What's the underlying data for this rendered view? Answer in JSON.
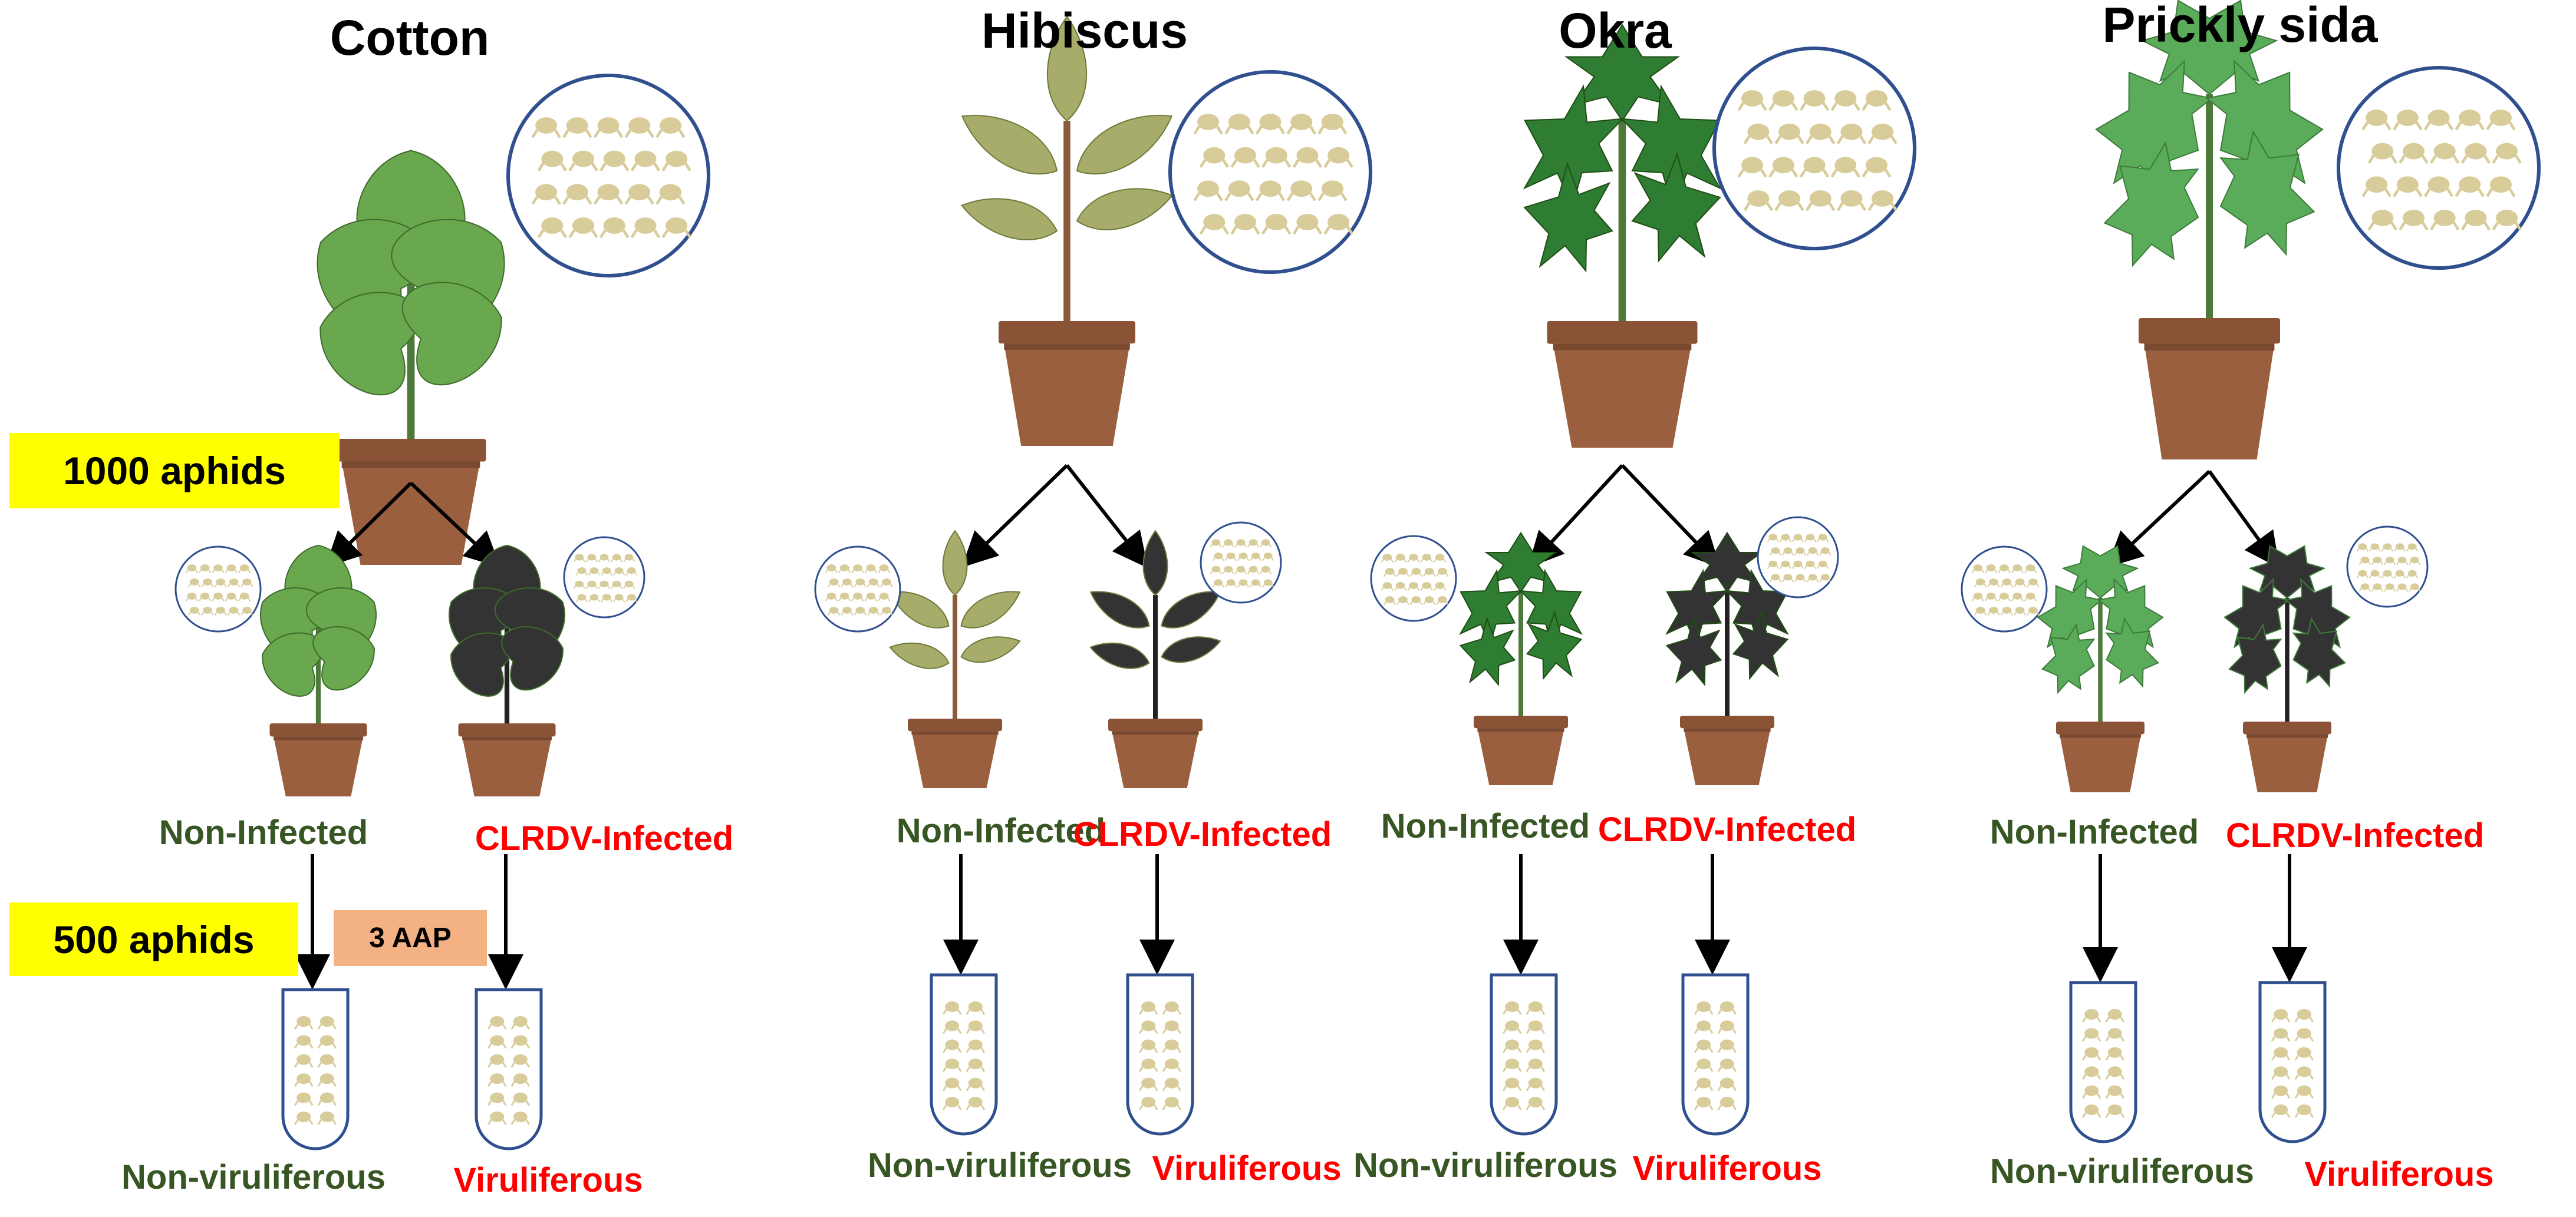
{
  "columns": [
    {
      "host": "Cotton",
      "non_infected": "Non-Infected",
      "infected": "CLRDV-Infected",
      "non_viruliferous": "Non-viruliferous",
      "viruliferous": "Viruliferous",
      "leaf_type": "round-leaf"
    },
    {
      "host": "Hibiscus",
      "non_infected": "Non-Infected",
      "infected": "CLRDV-Infected",
      "non_viruliferous": "Non-viruliferous",
      "viruliferous": "Viruliferous",
      "leaf_type": "slender-leaf"
    },
    {
      "host": "Okra",
      "non_infected": "Non-Infected",
      "infected": "CLRDV-Infected",
      "non_viruliferous": "Non-viruliferous",
      "viruliferous": "Viruliferous",
      "leaf_type": "lobed-leaf"
    },
    {
      "host": "Prickly sida",
      "non_infected": "Non-Infected",
      "infected": "CLRDV-Infected",
      "non_viruliferous": "Non-viruliferous",
      "viruliferous": "Viruliferous",
      "leaf_type": "serrated-leaf"
    }
  ],
  "labels": {
    "aphids_1000": "1000 aphids",
    "aphids_500": "500 aphids",
    "aap": "3 AAP"
  },
  "colors": {
    "non_infected_text": "#375623",
    "infected_text": "#ff0000",
    "highlight": "#ffff00",
    "aap_box": "#f4b183",
    "circle_stroke": "#2f4f8f",
    "aphid": "#d8cc9a",
    "pot": "#9a5f3f",
    "leaf_green": "#6aa84f",
    "infected_leaf": "#333333"
  }
}
